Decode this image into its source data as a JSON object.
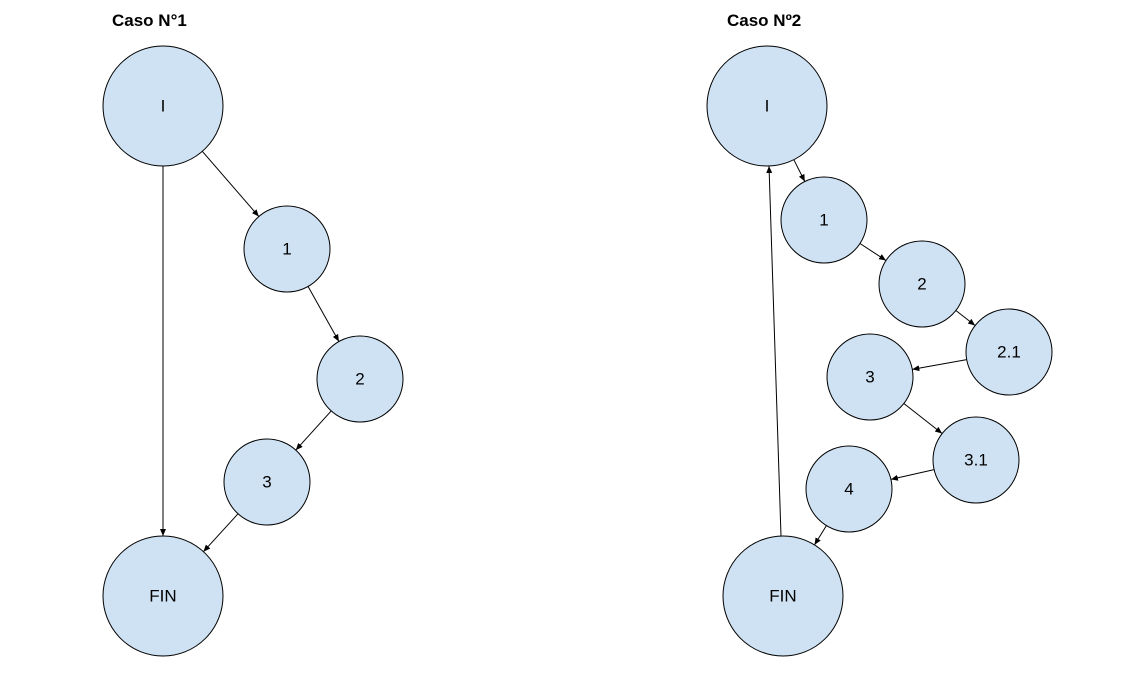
{
  "diagrams": [
    {
      "title": "Caso N°1",
      "nodes": [
        {
          "id": "I",
          "label": "I"
        },
        {
          "id": "n1",
          "label": "1"
        },
        {
          "id": "n2",
          "label": "2"
        },
        {
          "id": "n3",
          "label": "3"
        },
        {
          "id": "FIN",
          "label": "FIN"
        }
      ],
      "edges": [
        {
          "from": "I",
          "to": "n1"
        },
        {
          "from": "n1",
          "to": "n2"
        },
        {
          "from": "n2",
          "to": "n3"
        },
        {
          "from": "n3",
          "to": "FIN"
        },
        {
          "from": "I",
          "to": "FIN"
        }
      ]
    },
    {
      "title": "Caso Nº2",
      "nodes": [
        {
          "id": "I",
          "label": "I"
        },
        {
          "id": "n1",
          "label": "1"
        },
        {
          "id": "n2",
          "label": "2"
        },
        {
          "id": "n21",
          "label": "2.1"
        },
        {
          "id": "n3",
          "label": "3"
        },
        {
          "id": "n31",
          "label": "3.1"
        },
        {
          "id": "n4",
          "label": "4"
        },
        {
          "id": "FIN",
          "label": "FIN"
        }
      ],
      "edges": [
        {
          "from": "I",
          "to": "n1"
        },
        {
          "from": "n1",
          "to": "n2"
        },
        {
          "from": "n2",
          "to": "n21"
        },
        {
          "from": "n21",
          "to": "n3"
        },
        {
          "from": "n3",
          "to": "n31"
        },
        {
          "from": "n31",
          "to": "n4"
        },
        {
          "from": "n4",
          "to": "FIN"
        },
        {
          "from": "FIN",
          "to": "I"
        }
      ]
    }
  ],
  "colors": {
    "node_fill": "#cfe2f3",
    "stroke": "#000000",
    "text": "#000000"
  }
}
